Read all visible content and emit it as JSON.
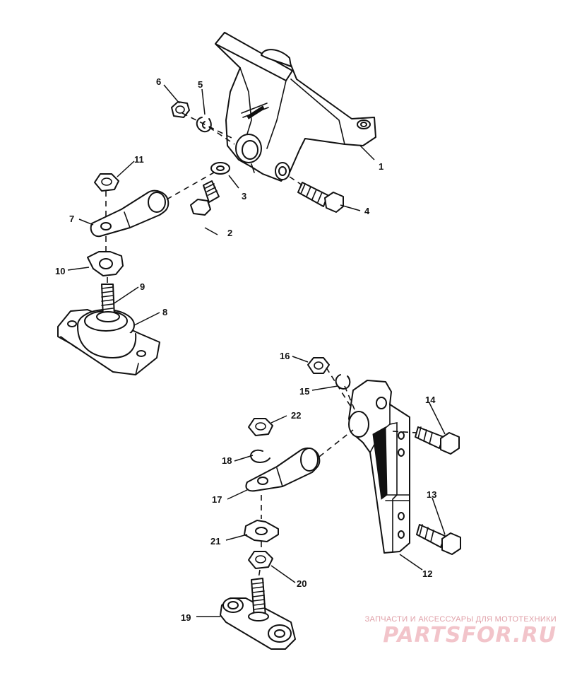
{
  "callouts": {
    "c1": "1",
    "c2": "2",
    "c3": "3",
    "c4": "4",
    "c5": "5",
    "c6": "6",
    "c7": "7",
    "c8": "8",
    "c9": "9",
    "c10": "10",
    "c11": "11",
    "c12": "12",
    "c13": "13",
    "c14": "14",
    "c15": "15",
    "c16": "16",
    "c17": "17",
    "c18": "18",
    "c19": "19",
    "c20": "20",
    "c21": "21",
    "c22": "22"
  },
  "watermark": {
    "tagline": "ЗАПЧАСТИ И АКСЕССУАРЫ ДЛЯ МОТОТЕХНИКИ",
    "logo": "PARTSFOR.RU"
  },
  "colors": {
    "line": "#111111",
    "watermark": "#e0a0a8"
  }
}
